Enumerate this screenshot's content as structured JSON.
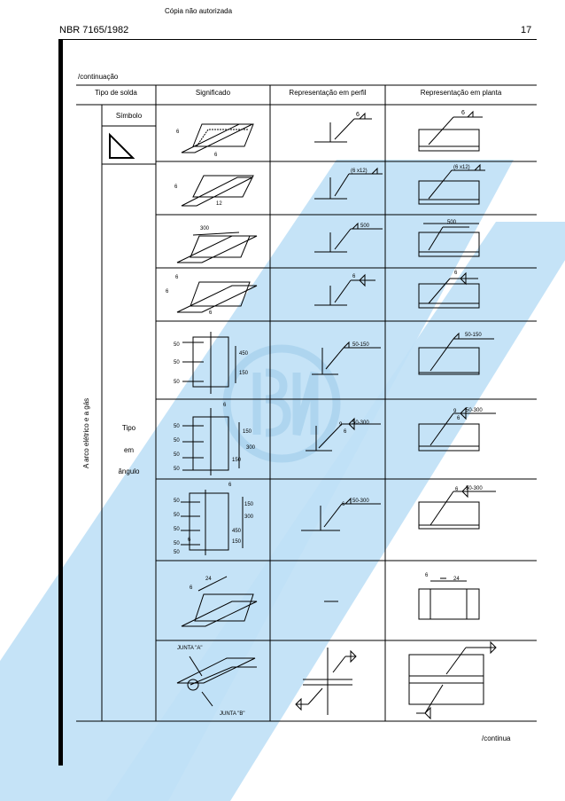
{
  "page": {
    "watermark_text": "Cópia não autorizada",
    "doc_code": "NBR 7165/1982",
    "page_number": "17",
    "continuation_top": "/continuação",
    "continuation_bottom": "/continua"
  },
  "table": {
    "headers": [
      "Tipo de solda",
      "Significado",
      "Representação em perfil",
      "Representação em planta"
    ],
    "group_label": "A arco elétrico e a gás",
    "symbol_label": "Símbolo",
    "type_words": [
      "Tipo",
      "em",
      "ângulo"
    ]
  },
  "rows": [
    {
      "sig": [
        "6",
        "6"
      ],
      "perfil": "6",
      "planta": "6"
    },
    {
      "sig": [
        "6",
        "12"
      ],
      "perfil": "(6 x12)",
      "planta": "(6 x12)"
    },
    {
      "sig": [
        "300"
      ],
      "perfil": "500",
      "planta": "500"
    },
    {
      "sig": [
        "6",
        "6",
        "6"
      ],
      "perfil": "6",
      "planta": "6"
    },
    {
      "sig": [
        "50",
        "50",
        "50",
        "450",
        "150"
      ],
      "perfil": "50-150",
      "planta": "50-150"
    },
    {
      "sig": [
        "6",
        "50",
        "50",
        "50",
        "50",
        "150",
        "300",
        "150"
      ],
      "perfil_a": "9",
      "perfil_b": "6",
      "perfil_c": "50-300",
      "planta_a": "9",
      "planta_b": "6",
      "planta_c": "50-300"
    },
    {
      "sig": [
        "6",
        "50",
        "50",
        "50",
        "50",
        "50",
        "6",
        "150",
        "300",
        "450",
        "150"
      ],
      "perfil_a": "6",
      "perfil_c": "50-300",
      "planta_a": "6",
      "planta_c": "50-300"
    },
    {
      "sig": [
        "6",
        "24"
      ],
      "perfil": "—",
      "planta_a": "6",
      "planta_b": "24"
    },
    {
      "sig": [
        "JUNTA \"A\"",
        "JUNTA \"B\""
      ]
    }
  ],
  "colors": {
    "watermark": "#bfe0f6",
    "ink": "#000000"
  }
}
